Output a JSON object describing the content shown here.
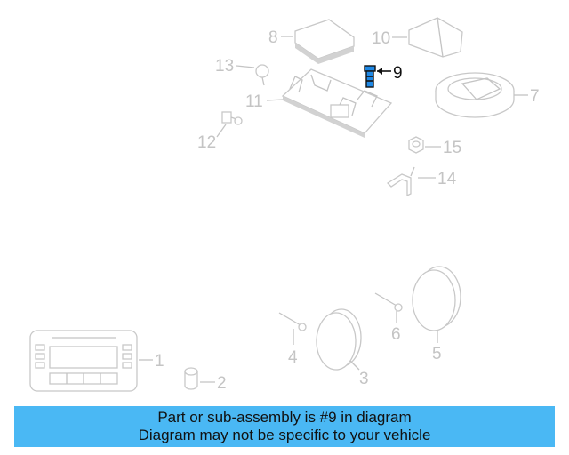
{
  "callouts": {
    "c1": "1",
    "c2": "2",
    "c3": "3",
    "c4": "4",
    "c5": "5",
    "c6": "6",
    "c7": "7",
    "c8": "8",
    "c9": "9",
    "c10": "10",
    "c11": "11",
    "c12": "12",
    "c13": "13",
    "c14": "14",
    "c15": "15"
  },
  "highlighted_part": "9",
  "banner": {
    "line1": "Part or sub-assembly is #9 in diagram",
    "line2": "Diagram may not be specific to your vehicle",
    "color": "#4ab8f4"
  }
}
